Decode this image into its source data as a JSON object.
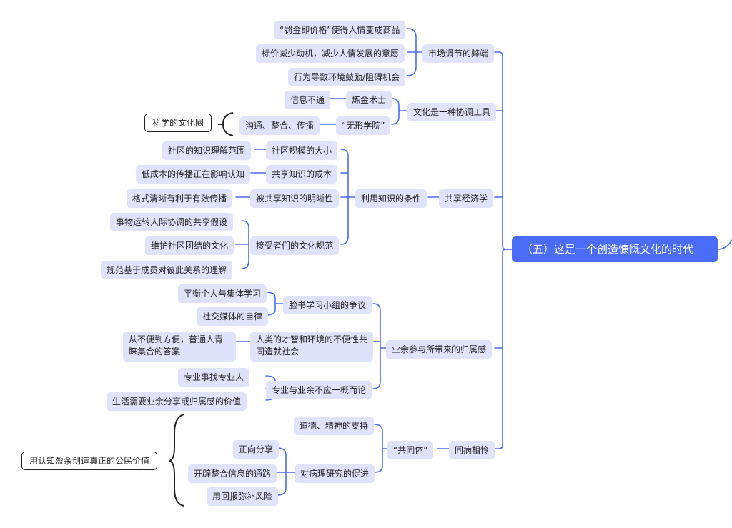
{
  "root": "（五）这是一个创造慷慨文化的时代",
  "market": {
    "label": "市场调节的弊端",
    "items": [
      "“罚金即价格”使得人情变成商品",
      "标价减少动机，减少人情发展的意愿",
      "行为导致环境鼓励/阻碍机会"
    ]
  },
  "culture": {
    "label": "文化是一种协调工具",
    "alchemist": "炼金术士",
    "info_blocked": "信息不通",
    "invisible_college": "“无形学院”",
    "communication": "沟通、整合、传播",
    "summary": "科学的文化圈"
  },
  "economics": {
    "label": "共享经济学",
    "conditions": "利用知识的条件",
    "scale": "社区规模的大小",
    "scale_detail": "社区的知识理解范围",
    "cost": "共享知识的成本",
    "cost_detail": "低成本的传播正在影响认知",
    "clarity": "被共享知识的明晰性",
    "clarity_detail": "格式清晰有利于有效传播",
    "norms": "接受者们的文化规范",
    "norms_items": [
      "事物运转人际协调的共享假设",
      "维护社区团结的文化",
      "规范基于成员对彼此关系的理解"
    ]
  },
  "amateur": {
    "label": "业余参与所带来的归属感",
    "facebook": "脸书学习小组的争议",
    "facebook_items": [
      "平衡个人与集体学习",
      "社交媒体的自律"
    ],
    "talent": "人类的才智和环境的不便性共同造就社会",
    "talent_detail": "从不便到方便，普通人青睐集合的答案",
    "pro": "专业与业余不应一概而论",
    "pro_items": [
      "专业事找专业人",
      "生活需要业余分享或归属感的价值"
    ]
  },
  "fellow": {
    "label": "同病相怜",
    "community": "“共同体”",
    "moral": "道德、精神的支持",
    "research": "对病理研究的促进",
    "research_items": [
      "正向分享",
      "开辟整合信息的通路",
      "用回报弥补风险"
    ],
    "summary": "用认知盈余创造真正的公民价值"
  }
}
